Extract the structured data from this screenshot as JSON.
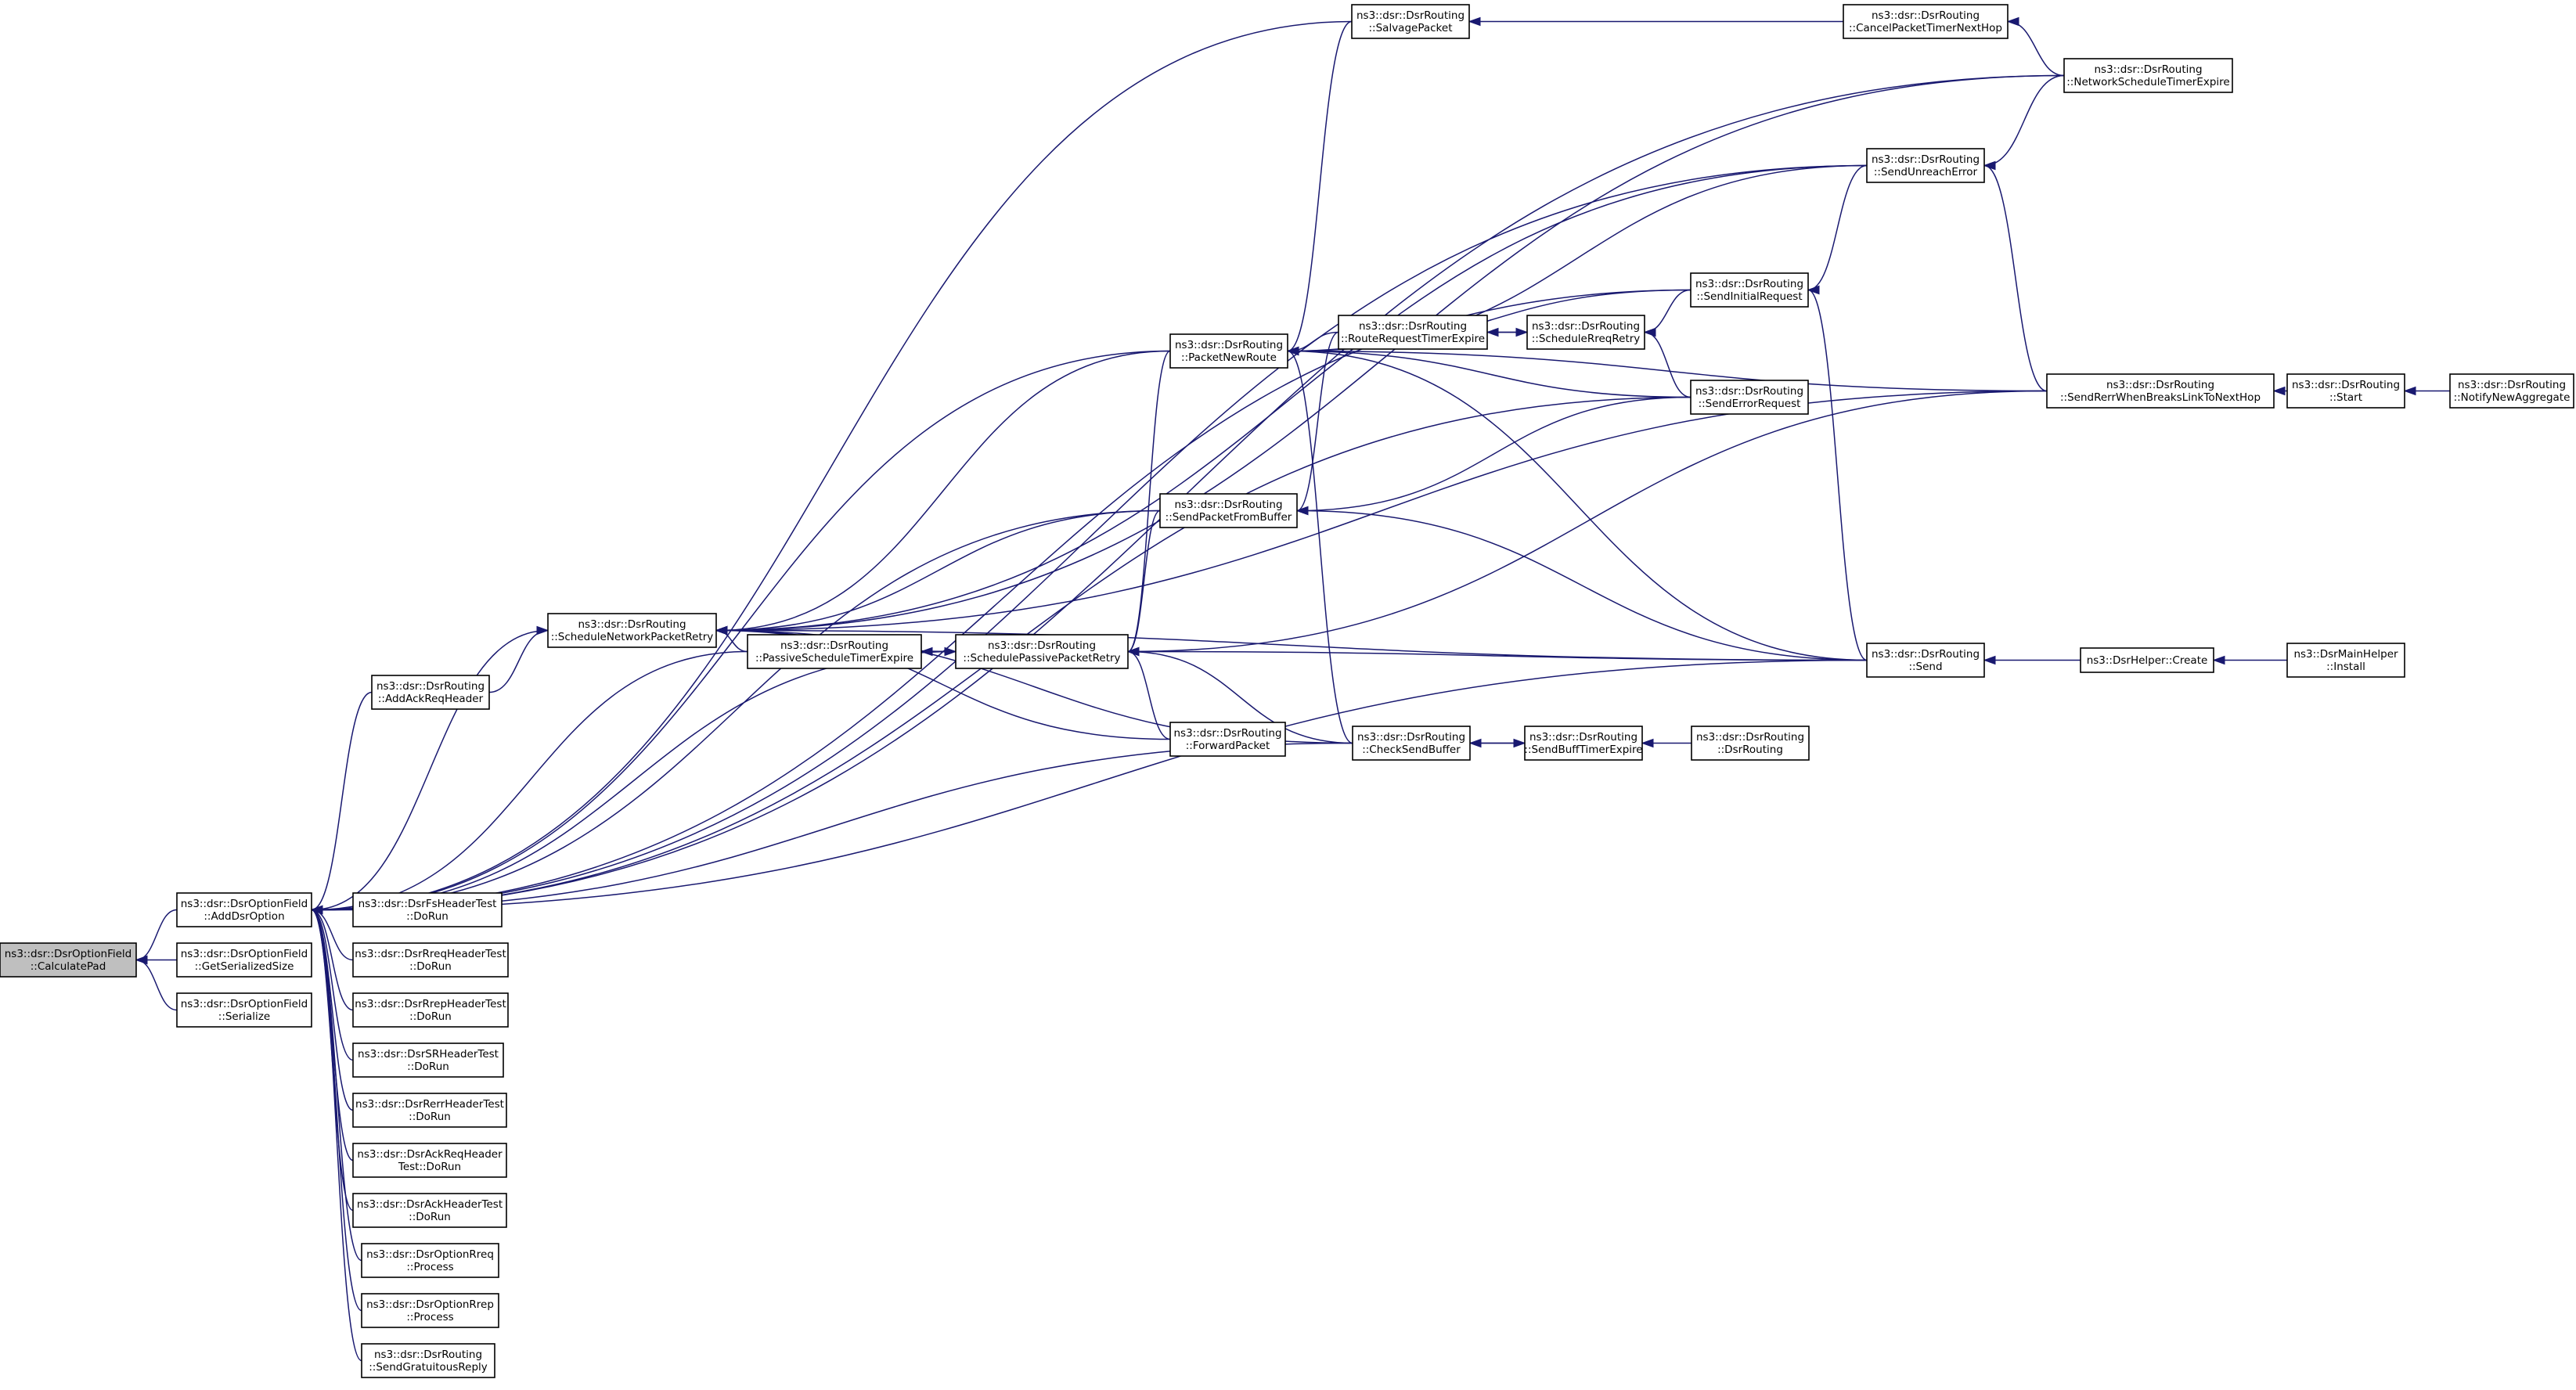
{
  "graph": {
    "root": "n0",
    "nodes": [
      {
        "id": "n0",
        "lines": [
          "ns3::dsr::DsrOptionField",
          "::CalculatePad"
        ],
        "highlight": true
      },
      {
        "id": "n1",
        "lines": [
          "ns3::dsr::DsrOptionField",
          "::AddDsrOption"
        ]
      },
      {
        "id": "n2",
        "lines": [
          "ns3::dsr::DsrOptionField",
          "::GetSerializedSize"
        ]
      },
      {
        "id": "n3",
        "lines": [
          "ns3::dsr::DsrOptionField",
          "::Serialize"
        ]
      },
      {
        "id": "n4",
        "lines": [
          "ns3::dsr::DsrRouting",
          "::AddAckReqHeader"
        ]
      },
      {
        "id": "n5",
        "lines": [
          "ns3::dsr::DsrRouting",
          "::ScheduleNetworkPacketRetry"
        ]
      },
      {
        "id": "n6",
        "lines": [
          "ns3::dsr::DsrRouting",
          "::PassiveScheduleTimerExpire"
        ]
      },
      {
        "id": "n7",
        "lines": [
          "ns3::dsr::DsrRouting",
          "::SchedulePassivePacketRetry"
        ]
      },
      {
        "id": "n8",
        "lines": [
          "ns3::dsr::DsrRouting",
          "::SendPacketFromBuffer"
        ]
      },
      {
        "id": "n9",
        "lines": [
          "ns3::dsr::DsrRouting",
          "::ForwardPacket"
        ]
      },
      {
        "id": "n10",
        "lines": [
          "ns3::dsr::DsrRouting",
          "::PacketNewRoute"
        ]
      },
      {
        "id": "n11",
        "lines": [
          "ns3::dsr::DsrRouting",
          "::SalvagePacket"
        ]
      },
      {
        "id": "n12",
        "lines": [
          "ns3::dsr::DsrRouting",
          "::RouteRequestTimerExpire"
        ]
      },
      {
        "id": "n13",
        "lines": [
          "ns3::dsr::DsrRouting",
          "::CheckSendBuffer"
        ]
      },
      {
        "id": "n14",
        "lines": [
          "ns3::dsr::DsrRouting",
          "::ScheduleRreqRetry"
        ]
      },
      {
        "id": "n15",
        "lines": [
          "ns3::dsr::DsrRouting",
          "::SendBuffTimerExpire"
        ]
      },
      {
        "id": "n16",
        "lines": [
          "ns3::dsr::DsrRouting",
          "::DsrRouting"
        ]
      },
      {
        "id": "n17",
        "lines": [
          "ns3::dsr::DsrRouting",
          "::SendInitialRequest"
        ]
      },
      {
        "id": "n18",
        "lines": [
          "ns3::dsr::DsrRouting",
          "::SendErrorRequest"
        ]
      },
      {
        "id": "n19",
        "lines": [
          "ns3::dsr::DsrRouting",
          "::SendUnreachError"
        ]
      },
      {
        "id": "n20",
        "lines": [
          "ns3::dsr::DsrRouting",
          "::Send"
        ]
      },
      {
        "id": "n21",
        "lines": [
          "ns3::dsr::DsrRouting",
          "::CancelPacketTimerNextHop"
        ]
      },
      {
        "id": "n22",
        "lines": [
          "ns3::dsr::DsrRouting",
          "::NetworkScheduleTimerExpire"
        ]
      },
      {
        "id": "n23",
        "lines": [
          "ns3::dsr::DsrRouting",
          "::SendRerrWhenBreaksLinkToNextHop"
        ]
      },
      {
        "id": "n24",
        "lines": [
          "ns3::DsrHelper::Create"
        ]
      },
      {
        "id": "n25",
        "lines": [
          "ns3::DsrMainHelper",
          "::Install"
        ]
      },
      {
        "id": "n26",
        "lines": [
          "ns3::dsr::DsrRouting",
          "::Start"
        ]
      },
      {
        "id": "n27",
        "lines": [
          "ns3::dsr::DsrRouting",
          "::NotifyNewAggregate"
        ]
      },
      {
        "id": "n28",
        "lines": [
          "ns3::dsr::DsrFsHeaderTest",
          "::DoRun"
        ]
      },
      {
        "id": "n29",
        "lines": [
          "ns3::dsr::DsrRreqHeaderTest",
          "::DoRun"
        ]
      },
      {
        "id": "n30",
        "lines": [
          "ns3::dsr::DsrRrepHeaderTest",
          "::DoRun"
        ]
      },
      {
        "id": "n31",
        "lines": [
          "ns3::dsr::DsrSRHeaderTest",
          "::DoRun"
        ]
      },
      {
        "id": "n32",
        "lines": [
          "ns3::dsr::DsrRerrHeaderTest",
          "::DoRun"
        ]
      },
      {
        "id": "n33",
        "lines": [
          "ns3::dsr::DsrAckReqHeader",
          "Test::DoRun"
        ]
      },
      {
        "id": "n34",
        "lines": [
          "ns3::dsr::DsrAckHeaderTest",
          "::DoRun"
        ]
      },
      {
        "id": "n35",
        "lines": [
          "ns3::dsr::DsrOptionRreq",
          "::Process"
        ]
      },
      {
        "id": "n36",
        "lines": [
          "ns3::dsr::DsrOptionRrep",
          "::Process"
        ]
      },
      {
        "id": "n37",
        "lines": [
          "ns3::dsr::DsrRouting",
          "::SendGratuitousReply"
        ]
      }
    ],
    "edges": [
      [
        "n1",
        "n0"
      ],
      [
        "n2",
        "n0"
      ],
      [
        "n3",
        "n0"
      ],
      [
        "n4",
        "n1"
      ],
      [
        "n5",
        "n1"
      ],
      [
        "n6",
        "n1"
      ],
      [
        "n7",
        "n1"
      ],
      [
        "n8",
        "n1"
      ],
      [
        "n10",
        "n1"
      ],
      [
        "n11",
        "n1"
      ],
      [
        "n13",
        "n1"
      ],
      [
        "n17",
        "n1"
      ],
      [
        "n18",
        "n1"
      ],
      [
        "n19",
        "n1"
      ],
      [
        "n20",
        "n1"
      ],
      [
        "n22",
        "n1"
      ],
      [
        "n28",
        "n1"
      ],
      [
        "n29",
        "n1"
      ],
      [
        "n30",
        "n1"
      ],
      [
        "n31",
        "n1"
      ],
      [
        "n32",
        "n1"
      ],
      [
        "n33",
        "n1"
      ],
      [
        "n34",
        "n1"
      ],
      [
        "n35",
        "n1"
      ],
      [
        "n36",
        "n1"
      ],
      [
        "n37",
        "n1"
      ],
      [
        "n6",
        "n5"
      ],
      [
        "n7",
        "n5"
      ],
      [
        "n8",
        "n5"
      ],
      [
        "n9",
        "n5"
      ],
      [
        "n10",
        "n5"
      ],
      [
        "n13",
        "n5"
      ],
      [
        "n19",
        "n5"
      ],
      [
        "n20",
        "n5"
      ],
      [
        "n22",
        "n5"
      ],
      [
        "n23",
        "n5"
      ],
      [
        "n4",
        "n5"
      ],
      [
        "n7",
        "n6"
      ],
      [
        "n6",
        "n7"
      ],
      [
        "n9",
        "n7"
      ],
      [
        "n13",
        "n7"
      ],
      [
        "n20",
        "n7"
      ],
      [
        "n23",
        "n7"
      ],
      [
        "n8",
        "n7"
      ],
      [
        "n10",
        "n7"
      ],
      [
        "n20",
        "n8"
      ],
      [
        "n18",
        "n8"
      ],
      [
        "n12",
        "n8"
      ],
      [
        "n12",
        "n10"
      ],
      [
        "n18",
        "n10"
      ],
      [
        "n13",
        "n10"
      ],
      [
        "n20",
        "n10"
      ],
      [
        "n11",
        "n10"
      ],
      [
        "n19",
        "n10"
      ],
      [
        "n17",
        "n10"
      ],
      [
        "n23",
        "n10"
      ],
      [
        "n21",
        "n11"
      ],
      [
        "n14",
        "n12"
      ],
      [
        "n12",
        "n14"
      ],
      [
        "n17",
        "n14"
      ],
      [
        "n18",
        "n14"
      ],
      [
        "n15",
        "n13"
      ],
      [
        "n13",
        "n15"
      ],
      [
        "n16",
        "n15"
      ],
      [
        "n20",
        "n17"
      ],
      [
        "n19",
        "n17"
      ],
      [
        "n22",
        "n19"
      ],
      [
        "n23",
        "n19"
      ],
      [
        "n22",
        "n21"
      ],
      [
        "n26",
        "n23"
      ],
      [
        "n27",
        "n26"
      ],
      [
        "n24",
        "n20"
      ],
      [
        "n25",
        "n24"
      ]
    ]
  }
}
